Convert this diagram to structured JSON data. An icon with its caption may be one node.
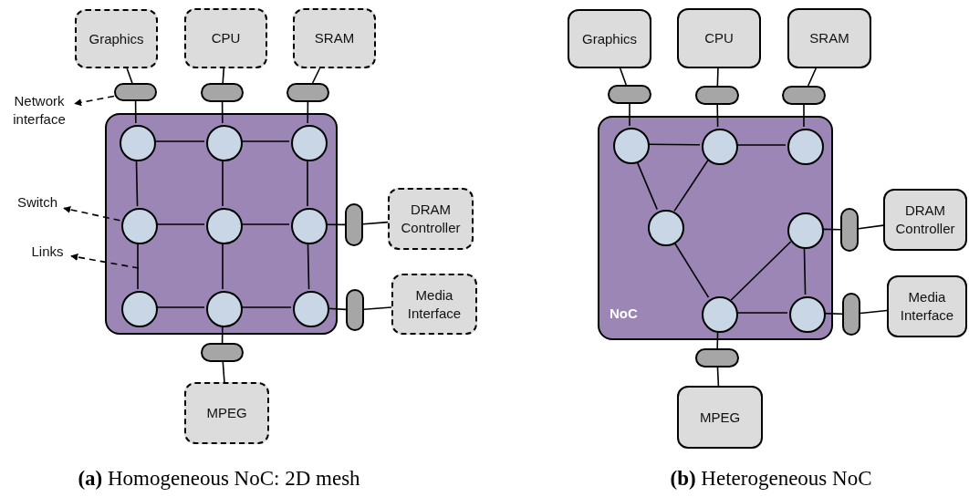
{
  "diagram": {
    "nodes": [
      {
        "text": [
          "Graphics"
        ]
      },
      {
        "text": [
          "CPU"
        ]
      },
      {
        "text": [
          "SRAM"
        ]
      },
      {
        "text": [],
        "shape": "pill"
      },
      {
        "text": [],
        "shape": "pill"
      },
      {
        "text": [],
        "shape": "pill"
      },
      {
        "text": [
          "Network interface"
        ]
      },
      {
        "text": [],
        "shape": "box"
      },
      {
        "text": [],
        "shape": "circle",
        "in": 7
      },
      {
        "text": [],
        "shape": "circle",
        "in": 7
      },
      {
        "text": [],
        "shape": "circle",
        "in": 7
      },
      {
        "text": [],
        "shape": "circle",
        "in": 7
      },
      {
        "text": [],
        "shape": "circle",
        "in": 7
      },
      {
        "text": [],
        "shape": "circle",
        "in": 7
      },
      {
        "text": [],
        "shape": "circle",
        "in": 7
      },
      {
        "text": [],
        "shape": "circle",
        "in": 7
      },
      {
        "text": [],
        "shape": "circle",
        "in": 7
      },
      {
        "text": [
          "Switch"
        ]
      },
      {
        "text": [],
        "shape": "pill"
      },
      {
        "text": [
          "DRAM Controller"
        ]
      },
      {
        "text": [
          "Links"
        ]
      },
      {
        "text": [],
        "shape": "pill"
      },
      {
        "text": [
          "Media Interface"
        ]
      },
      {
        "text": [],
        "shape": "pill"
      },
      {
        "text": [
          "MPEG"
        ]
      },
      {
        "text": [
          "Graphics"
        ]
      },
      {
        "text": [
          "CPU"
        ]
      },
      {
        "text": [
          "SRAM"
        ]
      },
      {
        "text": [],
        "shape": "pill"
      },
      {
        "text": [],
        "shape": "pill"
      },
      {
        "text": [],
        "shape": "pill"
      },
      {
        "text": [
          "NoC"
        ]
      },
      {
        "text": [],
        "shape": "circle",
        "in": 31
      },
      {
        "text": [],
        "shape": "circle",
        "in": 31
      },
      {
        "text": [],
        "shape": "circle",
        "in": 31
      },
      {
        "text": [],
        "shape": "circle",
        "in": 31
      },
      {
        "text": [],
        "shape": "circle",
        "in": 31
      },
      {
        "text": [],
        "shape": "circle",
        "in": 31
      },
      {
        "text": [],
        "shape": "circle",
        "in": 31
      },
      {
        "text": [],
        "shape": "pill"
      },
      {
        "text": [
          "DRAM Controller"
        ]
      },
      {
        "text": [],
        "shape": "pill"
      },
      {
        "text": [
          "Media Interface"
        ]
      },
      {
        "text": [],
        "shape": "pill"
      },
      {
        "text": [
          "MPEG"
        ]
      }
    ],
    "edges": [
      {
        "from": 0,
        "to": 3,
        "arrow": "none"
      },
      {
        "from": 3,
        "to": 8,
        "arrow": "none"
      },
      {
        "from": 1,
        "to": 4,
        "arrow": "none"
      },
      {
        "from": 4,
        "to": 9,
        "arrow": "none"
      },
      {
        "from": 2,
        "to": 5,
        "arrow": "none"
      },
      {
        "from": 5,
        "to": 10,
        "arrow": "none"
      },
      {
        "from": 3,
        "to": 6,
        "arrow": "to",
        "style": "dashed"
      },
      {
        "from": 8,
        "to": 9,
        "arrow": "none"
      },
      {
        "from": 9,
        "to": 10,
        "arrow": "none"
      },
      {
        "from": 11,
        "to": 12,
        "arrow": "none"
      },
      {
        "from": 12,
        "to": 13,
        "arrow": "none"
      },
      {
        "from": 14,
        "to": 15,
        "arrow": "none"
      },
      {
        "from": 15,
        "to": 16,
        "arrow": "none"
      },
      {
        "from": 8,
        "to": 11,
        "arrow": "none"
      },
      {
        "from": 11,
        "to": 14,
        "arrow": "none"
      },
      {
        "from": 9,
        "to": 12,
        "arrow": "none"
      },
      {
        "from": 12,
        "to": 15,
        "arrow": "none"
      },
      {
        "from": 10,
        "to": 13,
        "arrow": "none"
      },
      {
        "from": 13,
        "to": 16,
        "arrow": "none"
      },
      {
        "from": 11,
        "to": 17,
        "arrow": "to",
        "style": "dashed"
      },
      {
        "from": 13,
        "to": 18,
        "arrow": "none"
      },
      {
        "from": 18,
        "to": 19,
        "arrow": "none"
      },
      {
        "from": null,
        "to": 20,
        "arrow": "to",
        "style": "dashed"
      },
      {
        "from": 16,
        "to": 21,
        "arrow": "none"
      },
      {
        "from": 21,
        "to": 22,
        "arrow": "none"
      },
      {
        "from": 15,
        "to": 23,
        "arrow": "none"
      },
      {
        "from": 23,
        "to": 24,
        "arrow": "none"
      },
      {
        "from": 25,
        "to": 28,
        "arrow": "none"
      },
      {
        "from": 28,
        "to": 32,
        "arrow": "none"
      },
      {
        "from": 26,
        "to": 29,
        "arrow": "none"
      },
      {
        "from": 29,
        "to": 33,
        "arrow": "none"
      },
      {
        "from": 27,
        "to": 30,
        "arrow": "none"
      },
      {
        "from": 30,
        "to": 34,
        "arrow": "none"
      },
      {
        "from": 32,
        "to": 33,
        "arrow": "none"
      },
      {
        "from": 33,
        "to": 34,
        "arrow": "none"
      },
      {
        "from": 32,
        "to": 35,
        "arrow": "none"
      },
      {
        "from": 33,
        "to": 35,
        "arrow": "none"
      },
      {
        "from": 35,
        "to": 37,
        "arrow": "none"
      },
      {
        "from": 37,
        "to": 36,
        "arrow": "none"
      },
      {
        "from": 37,
        "to": 38,
        "arrow": "none"
      },
      {
        "from": 36,
        "to": 38,
        "arrow": "none"
      },
      {
        "from": 36,
        "to": 39,
        "arrow": "none"
      },
      {
        "from": 39,
        "to": 40,
        "arrow": "none"
      },
      {
        "from": 38,
        "to": 41,
        "arrow": "none"
      },
      {
        "from": 41,
        "to": 42,
        "arrow": "none"
      },
      {
        "from": 37,
        "to": 43,
        "arrow": "none"
      },
      {
        "from": 43,
        "to": 44,
        "arrow": "none"
      }
    ],
    "labels": [
      "**(a)** Homogeneous NoC: 2D mesh",
      "**(b)** Heterogeneous NoC"
    ]
  }
}
